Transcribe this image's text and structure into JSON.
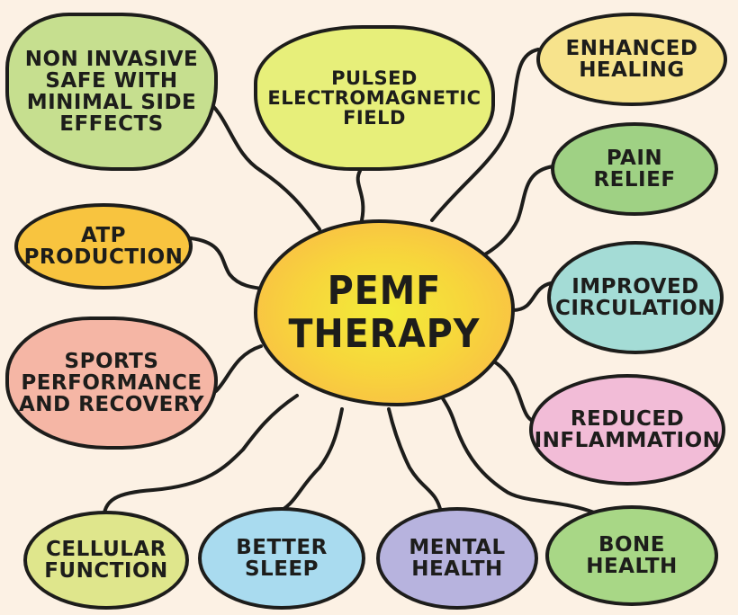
{
  "center": {
    "title": "PEMF\nTHERAPY",
    "color": "#f7d63b"
  },
  "nodes": [
    {
      "id": "non-invasive",
      "label": "NON INVASIVE\nSAFE WITH\nMINIMAL SIDE\nEFFECTS",
      "color": "#c6df8f"
    },
    {
      "id": "pulsed-field",
      "label": "PULSED\nELECTROMAGNETIC\nFIELD",
      "color": "#e7ef7a"
    },
    {
      "id": "enhanced-healing",
      "label": "ENHANCED\nHEALING",
      "color": "#f7e38c"
    },
    {
      "id": "pain-relief",
      "label": "PAIN\nRELIEF",
      "color": "#9fd184"
    },
    {
      "id": "atp-production",
      "label": "ATP\nPRODUCTION",
      "color": "#f8c43f"
    },
    {
      "id": "improved-circulation",
      "label": "IMPROVED\nCIRCULATION",
      "color": "#a4dcd6"
    },
    {
      "id": "sports-performance",
      "label": "SPORTS\nPERFORMANCE\nAND RECOVERY",
      "color": "#f5b6a5"
    },
    {
      "id": "reduced-inflammation",
      "label": "REDUCED\nINFLAMMATION",
      "color": "#f2bcd7"
    },
    {
      "id": "cellular-function",
      "label": "CELLULAR\nFUNCTION",
      "color": "#dfe68c"
    },
    {
      "id": "better-sleep",
      "label": "BETTER\nSLEEP",
      "color": "#a9dbef"
    },
    {
      "id": "mental-health",
      "label": "MENTAL\nHEALTH",
      "color": "#b7b3de"
    },
    {
      "id": "bone-health",
      "label": "BONE\nHEALTH",
      "color": "#a8d786"
    }
  ]
}
